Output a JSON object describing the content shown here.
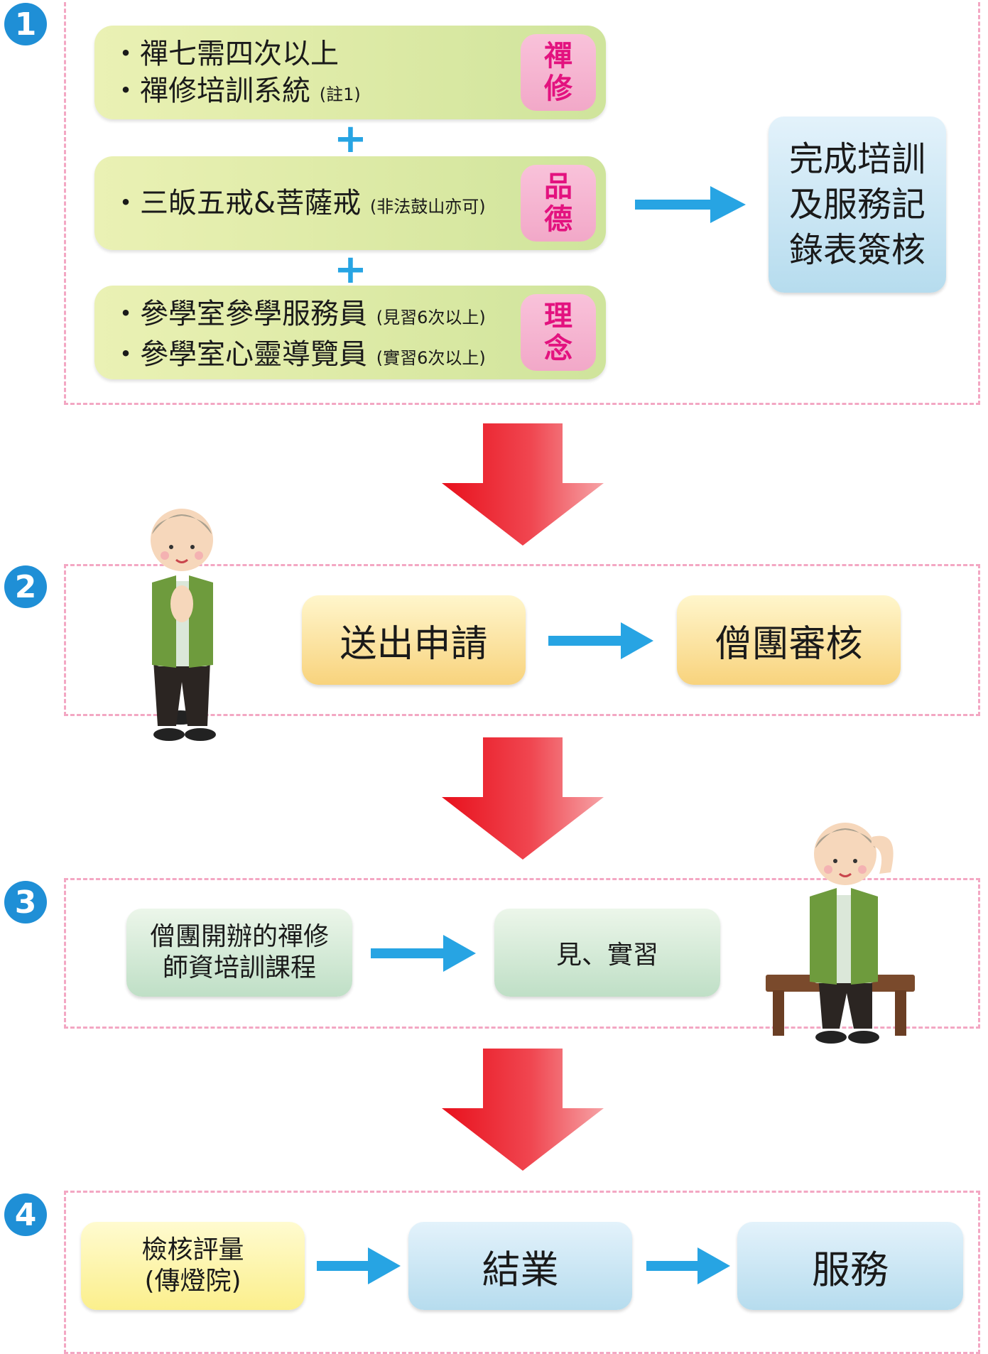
{
  "steps": {
    "s1": "1",
    "s2": "2",
    "s3": "3",
    "s4": "4"
  },
  "step1": {
    "zen": {
      "lines": [
        "・禪七需四次以上",
        "・禪修培訓系統"
      ],
      "note": "(註1)",
      "tag": [
        "禪",
        "修"
      ]
    },
    "virtue": {
      "line": "・三皈五戒&菩薩戒",
      "note": "(非法鼓山亦可)",
      "tag": [
        "品",
        "德"
      ]
    },
    "concept": {
      "line1": "・參學室參學服務員",
      "note1": "(見習6次以上)",
      "line2": "・參學室心靈導覽員",
      "note2": "(實習6次以上)",
      "tag": [
        "理",
        "念"
      ]
    },
    "plus": "+",
    "result": [
      "完成培訓",
      "及服務記",
      "錄表簽核"
    ]
  },
  "step2": {
    "submit": "送出申請",
    "review": "僧團審核"
  },
  "step3": {
    "course": [
      "僧團開辦的禪修",
      "師資培訓課程"
    ],
    "practice": "見、實習"
  },
  "step4": {
    "assessment": [
      "檢核評量",
      "(傳燈院)"
    ],
    "graduation": "結業",
    "service": "服務"
  },
  "colors": {
    "accent_blue": "#1f8fd6",
    "arrow_red": "#e8242d",
    "tag_pink": "#e3127f",
    "frame_pink": "#f3a7c3"
  }
}
